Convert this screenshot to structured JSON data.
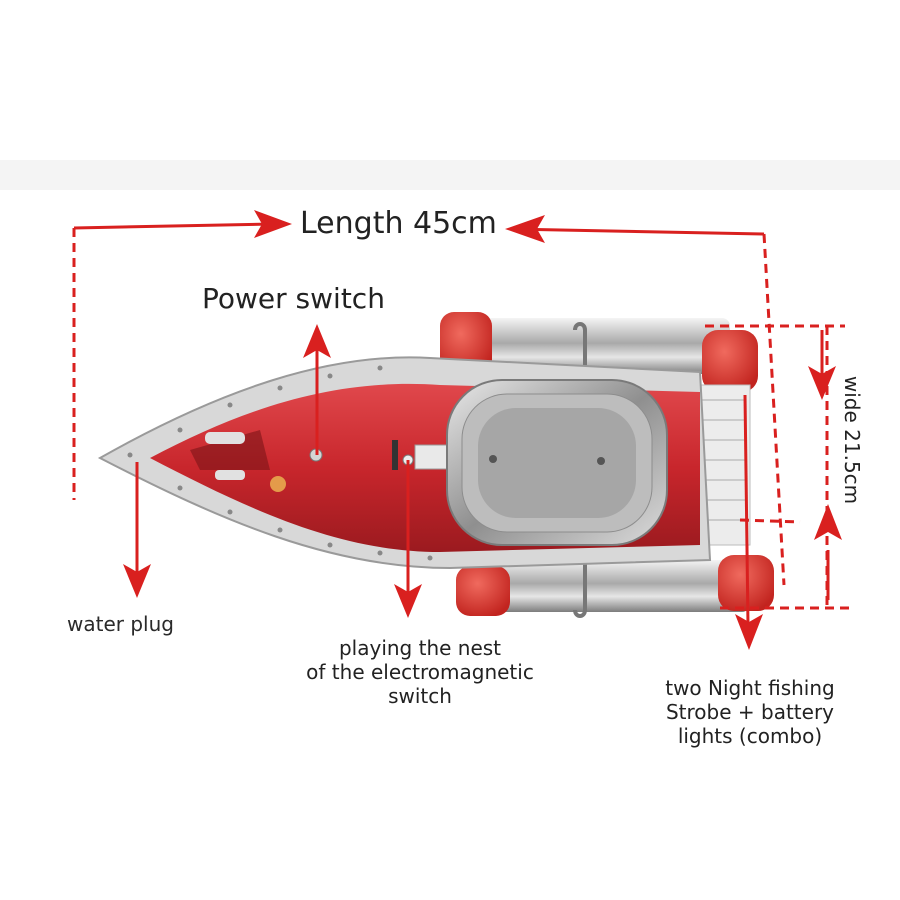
{
  "annotations": {
    "length": "Length 45cm",
    "power_switch": "Power switch",
    "water_plug": "water plug",
    "nest_switch": [
      "playing the nest",
      "of the electromagnetic",
      "switch"
    ],
    "night_lights": [
      "two Night fishing",
      "Strobe + battery",
      "lights (combo)"
    ],
    "width": "wide 21.5cm"
  },
  "colors": {
    "annotation_red": "#d9201f",
    "hull_red": "#c8262c",
    "steel": "#c9c9c9"
  }
}
